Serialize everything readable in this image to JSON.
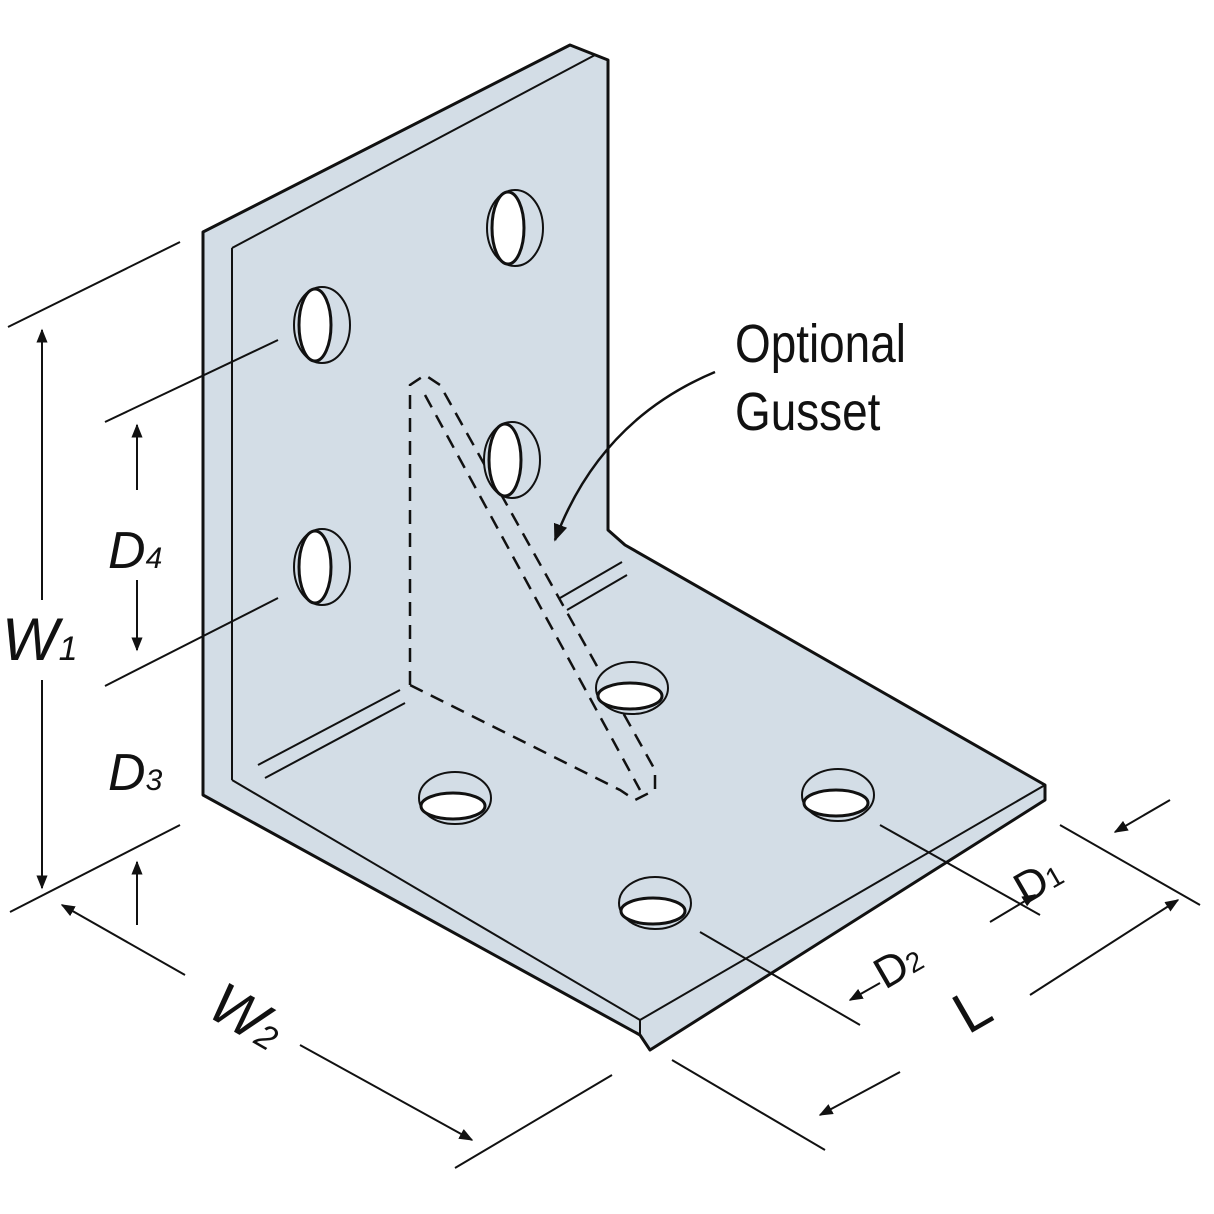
{
  "colors": {
    "plate": "#d3dde6",
    "line": "#111111",
    "background": "#ffffff"
  },
  "annotation": {
    "line1": "Optional",
    "line2": "Gusset"
  },
  "dimensions": {
    "w1": {
      "letter": "W",
      "sub": "1"
    },
    "w2": {
      "letter": "W",
      "sub": "2"
    },
    "d1": {
      "letter": "D",
      "sub": "1"
    },
    "d2": {
      "letter": "D",
      "sub": "2"
    },
    "d3": {
      "letter": "D",
      "sub": "3"
    },
    "d4": {
      "letter": "D",
      "sub": "4"
    },
    "l": {
      "letter": "L"
    }
  }
}
